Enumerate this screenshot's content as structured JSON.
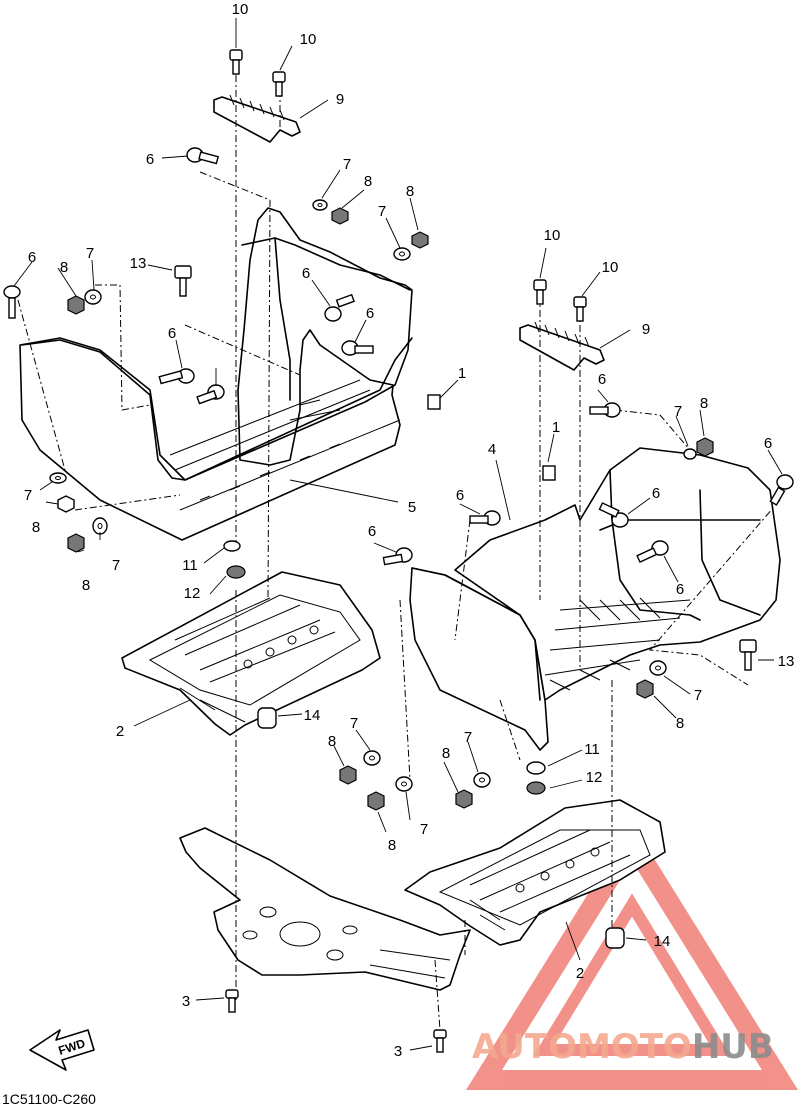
{
  "callouts": [
    {
      "id": "c1",
      "text": "10"
    },
    {
      "id": "c2",
      "text": "10"
    },
    {
      "id": "c3",
      "text": "9"
    },
    {
      "id": "c4",
      "text": "6"
    },
    {
      "id": "c5",
      "text": "7"
    },
    {
      "id": "c6",
      "text": "8"
    },
    {
      "id": "c7",
      "text": "8"
    },
    {
      "id": "c8",
      "text": "7"
    },
    {
      "id": "c9",
      "text": "6"
    },
    {
      "id": "c10",
      "text": "8"
    },
    {
      "id": "c11",
      "text": "7"
    },
    {
      "id": "c12",
      "text": "13"
    },
    {
      "id": "c13",
      "text": "6"
    },
    {
      "id": "c14",
      "text": "6"
    },
    {
      "id": "c15",
      "text": "6"
    },
    {
      "id": "c16",
      "text": "1"
    },
    {
      "id": "c17",
      "text": "7"
    },
    {
      "id": "c18",
      "text": "8"
    },
    {
      "id": "c19",
      "text": "7"
    },
    {
      "id": "c20",
      "text": "8"
    },
    {
      "id": "c21",
      "text": "5"
    },
    {
      "id": "c22",
      "text": "11"
    },
    {
      "id": "c23",
      "text": "12"
    },
    {
      "id": "c24",
      "text": "2"
    },
    {
      "id": "c25",
      "text": "14"
    },
    {
      "id": "c26",
      "text": "10"
    },
    {
      "id": "c27",
      "text": "10"
    },
    {
      "id": "c28",
      "text": "9"
    },
    {
      "id": "c29",
      "text": "6"
    },
    {
      "id": "c30",
      "text": "7"
    },
    {
      "id": "c31",
      "text": "8"
    },
    {
      "id": "c32",
      "text": "6"
    },
    {
      "id": "c33",
      "text": "1"
    },
    {
      "id": "c34",
      "text": "4"
    },
    {
      "id": "c35",
      "text": "6"
    },
    {
      "id": "c36",
      "text": "6"
    },
    {
      "id": "c37",
      "text": "6"
    },
    {
      "id": "c38",
      "text": "6"
    },
    {
      "id": "c39",
      "text": "13"
    },
    {
      "id": "c40",
      "text": "7"
    },
    {
      "id": "c41",
      "text": "8"
    },
    {
      "id": "c42",
      "text": "7"
    },
    {
      "id": "c43",
      "text": "8"
    },
    {
      "id": "c44",
      "text": "8"
    },
    {
      "id": "c45",
      "text": "7"
    },
    {
      "id": "c46",
      "text": "7"
    },
    {
      "id": "c47",
      "text": "8"
    },
    {
      "id": "c48",
      "text": "11"
    },
    {
      "id": "c49",
      "text": "12"
    },
    {
      "id": "c50",
      "text": "14"
    },
    {
      "id": "c51",
      "text": "2"
    },
    {
      "id": "c52",
      "text": "3"
    },
    {
      "id": "c53",
      "text": "3"
    }
  ],
  "fwd_label": "FWD",
  "diagram_code": "1C51100-C260",
  "watermark": {
    "part_auto": "AUTO",
    "part_moto": "MOTO",
    "part_hub": "HUB",
    "color_primary": "#F4A98E",
    "color_secondary": "#8C8C8C",
    "color_triangle": "#E8392C"
  }
}
